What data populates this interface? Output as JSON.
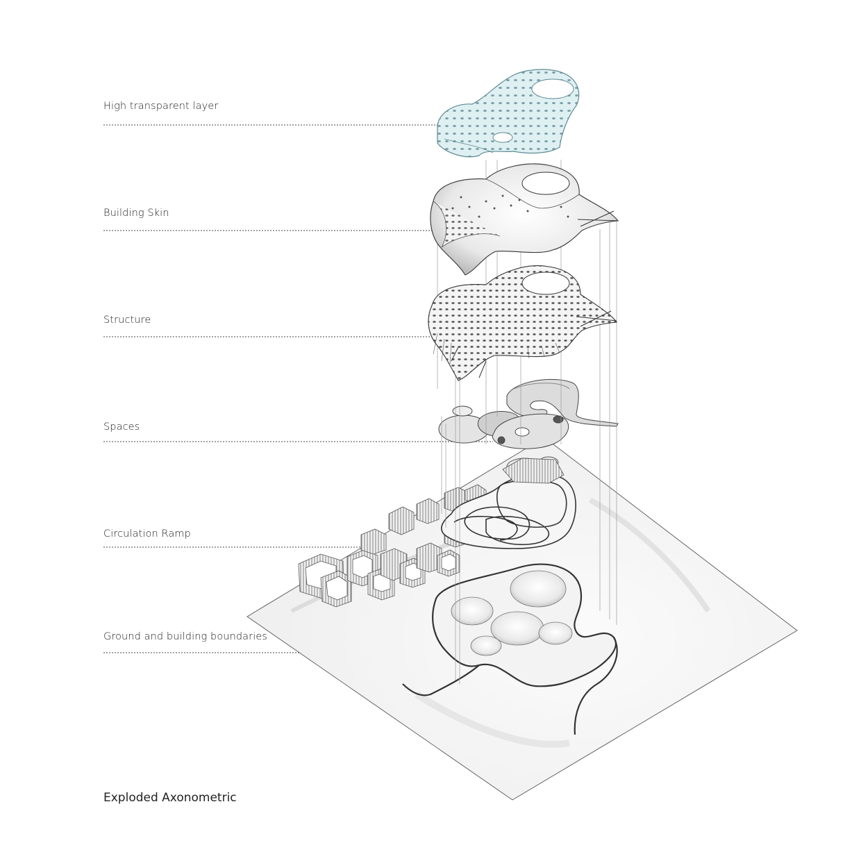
{
  "diagram": {
    "caption": "Exploded Axonometric",
    "layers": [
      {
        "key": "transparent",
        "label": "High transparent layer"
      },
      {
        "key": "skin",
        "label": "Building Skin"
      },
      {
        "key": "structure",
        "label": "Structure"
      },
      {
        "key": "spaces",
        "label": "Spaces"
      },
      {
        "key": "ramp",
        "label": "Circulation Ramp"
      },
      {
        "key": "ground",
        "label": "Ground and building boundaries"
      }
    ]
  },
  "colors": {
    "transparent_fill": "#d6ecef",
    "transparent_stroke": "#5e8a93",
    "mesh_stroke": "#3a3a3a",
    "mesh_fill": "#f2f2f2",
    "leader_line": "#444444",
    "ground_stroke": "#555555"
  }
}
